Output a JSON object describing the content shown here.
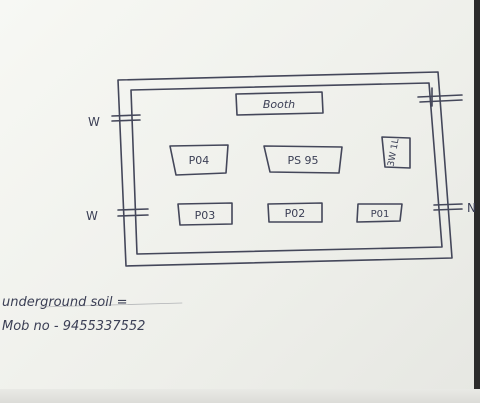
{
  "diagram": {
    "rooms": [
      {
        "id": "booth",
        "label": "Booth"
      },
      {
        "id": "p04",
        "label": "P04"
      },
      {
        "id": "ps95",
        "label": "PS 95"
      },
      {
        "id": "side",
        "label": "3W 1L"
      },
      {
        "id": "p03",
        "label": "P03"
      },
      {
        "id": "p02",
        "label": "P02"
      },
      {
        "id": "p01",
        "label": "P01"
      }
    ],
    "window_marks": [
      "W",
      "W"
    ],
    "right_mark": "N",
    "notes": [
      "underground soil =",
      "Mob no - 9455337552"
    ]
  }
}
